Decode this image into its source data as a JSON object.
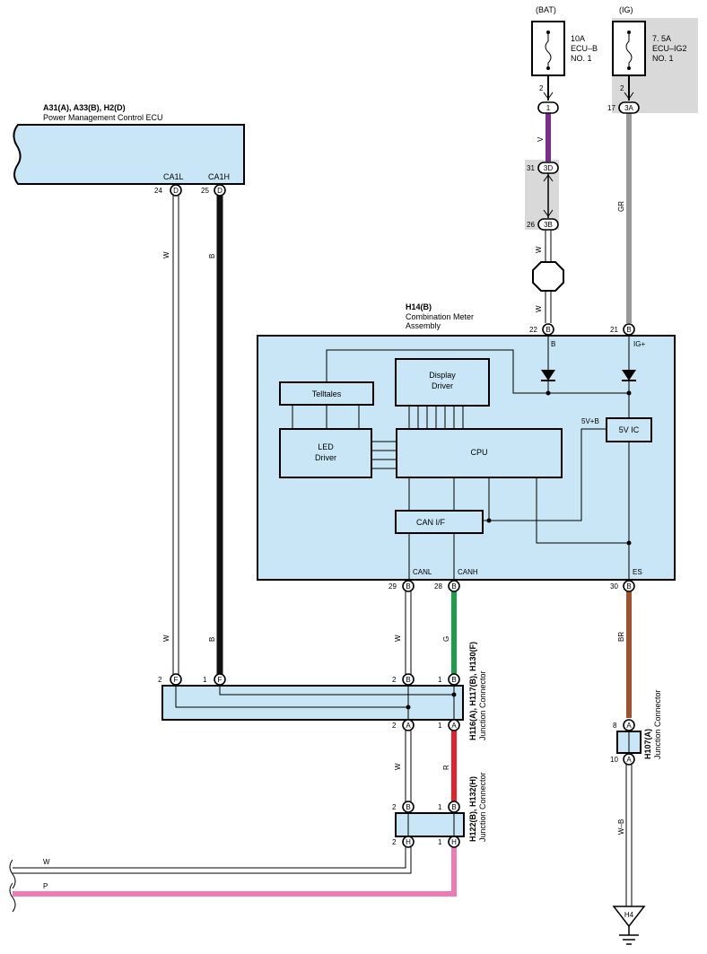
{
  "colors": {
    "box_fill": "#c8e6f5",
    "gray_block": "#d9d9d9",
    "wire_V": "#7b2d8e",
    "wire_GR": "#999999",
    "wire_G": "#1a9e4a",
    "wire_R": "#e8202a",
    "wire_BR": "#a0522d",
    "wire_P": "#f07ab4",
    "wire_B": "#111111",
    "wire_W": "#ffffff"
  },
  "fuses": {
    "bat": {
      "source": "(BAT)",
      "rating": "10A",
      "name": "ECU–B",
      "no": "NO. 1",
      "pin": "2"
    },
    "ig": {
      "source": "(IG)",
      "rating": "7. 5A",
      "name": "ECU–IG2",
      "no": "NO. 1",
      "pin": "2"
    }
  },
  "ecu": {
    "ref": "A31(A), A33(B), H2(D)",
    "name": "Power Management Control ECU",
    "pins": [
      {
        "num": "24",
        "conn": "D",
        "label": "CA1L"
      },
      {
        "num": "25",
        "conn": "D",
        "label": "CA1H"
      }
    ]
  },
  "meter": {
    "ref": "H14(B)",
    "name_line1": "Combination Meter",
    "name_line2": "Assembly",
    "top_pins": [
      {
        "num": "22",
        "conn": "B",
        "label": "B"
      },
      {
        "num": "21",
        "conn": "B",
        "label": "IG+"
      }
    ],
    "bottom_pins": [
      {
        "num": "29",
        "conn": "B",
        "label": "CANL"
      },
      {
        "num": "28",
        "conn": "B",
        "label": "CANH"
      },
      {
        "num": "30",
        "conn": "B",
        "label": "ES"
      }
    ],
    "blocks": {
      "telltales": "Telltales",
      "display_l1": "Display",
      "display_l2": "Driver",
      "led_l1": "LED",
      "led_l2": "Driver",
      "cpu": "CPU",
      "vic": "5V IC",
      "canif": "CAN I/F",
      "vb": "5V+B"
    }
  },
  "connectors": {
    "bat_in": {
      "num": "1",
      "conn": "1"
    },
    "ig_in": {
      "num": "17",
      "conn": "3A"
    },
    "j3d": {
      "num": "31",
      "conn": "3D"
    },
    "j3b": {
      "num": "26",
      "conn": "3B"
    },
    "h116": {
      "ref": "H116(A), H117(B), H130(F)",
      "name": "Junction Connector",
      "top": [
        {
          "num": "2",
          "conn": "F"
        },
        {
          "num": "1",
          "conn": "F"
        },
        {
          "num": "2",
          "conn": "B"
        },
        {
          "num": "1",
          "conn": "B"
        }
      ],
      "bottom": [
        {
          "num": "2",
          "conn": "A"
        },
        {
          "num": "1",
          "conn": "A"
        }
      ]
    },
    "h122": {
      "ref": "H122(B), H132(H)",
      "name": "Junction Connector",
      "top": [
        {
          "num": "2",
          "conn": "B"
        },
        {
          "num": "1",
          "conn": "B"
        }
      ],
      "bottom": [
        {
          "num": "2",
          "conn": "H"
        },
        {
          "num": "1",
          "conn": "H"
        }
      ]
    },
    "h107": {
      "ref": "H107(A)",
      "name": "Junction Connector",
      "top": {
        "num": "8",
        "conn": "A"
      },
      "bottom": {
        "num": "10",
        "conn": "A"
      }
    },
    "ground": "H4"
  },
  "wire_labels": {
    "v": "V",
    "gr": "GR",
    "w_top1": "W",
    "w_top2": "W",
    "w_ecu_l": "W",
    "b_ecu_h": "B",
    "w_ecu_l2": "W",
    "b_ecu_h2": "B",
    "w_canl": "W",
    "g_canh": "G",
    "w_jA": "W",
    "r_jA": "R",
    "br_es": "BR",
    "wb": "W–B",
    "w_out": "W",
    "p_out": "P"
  }
}
